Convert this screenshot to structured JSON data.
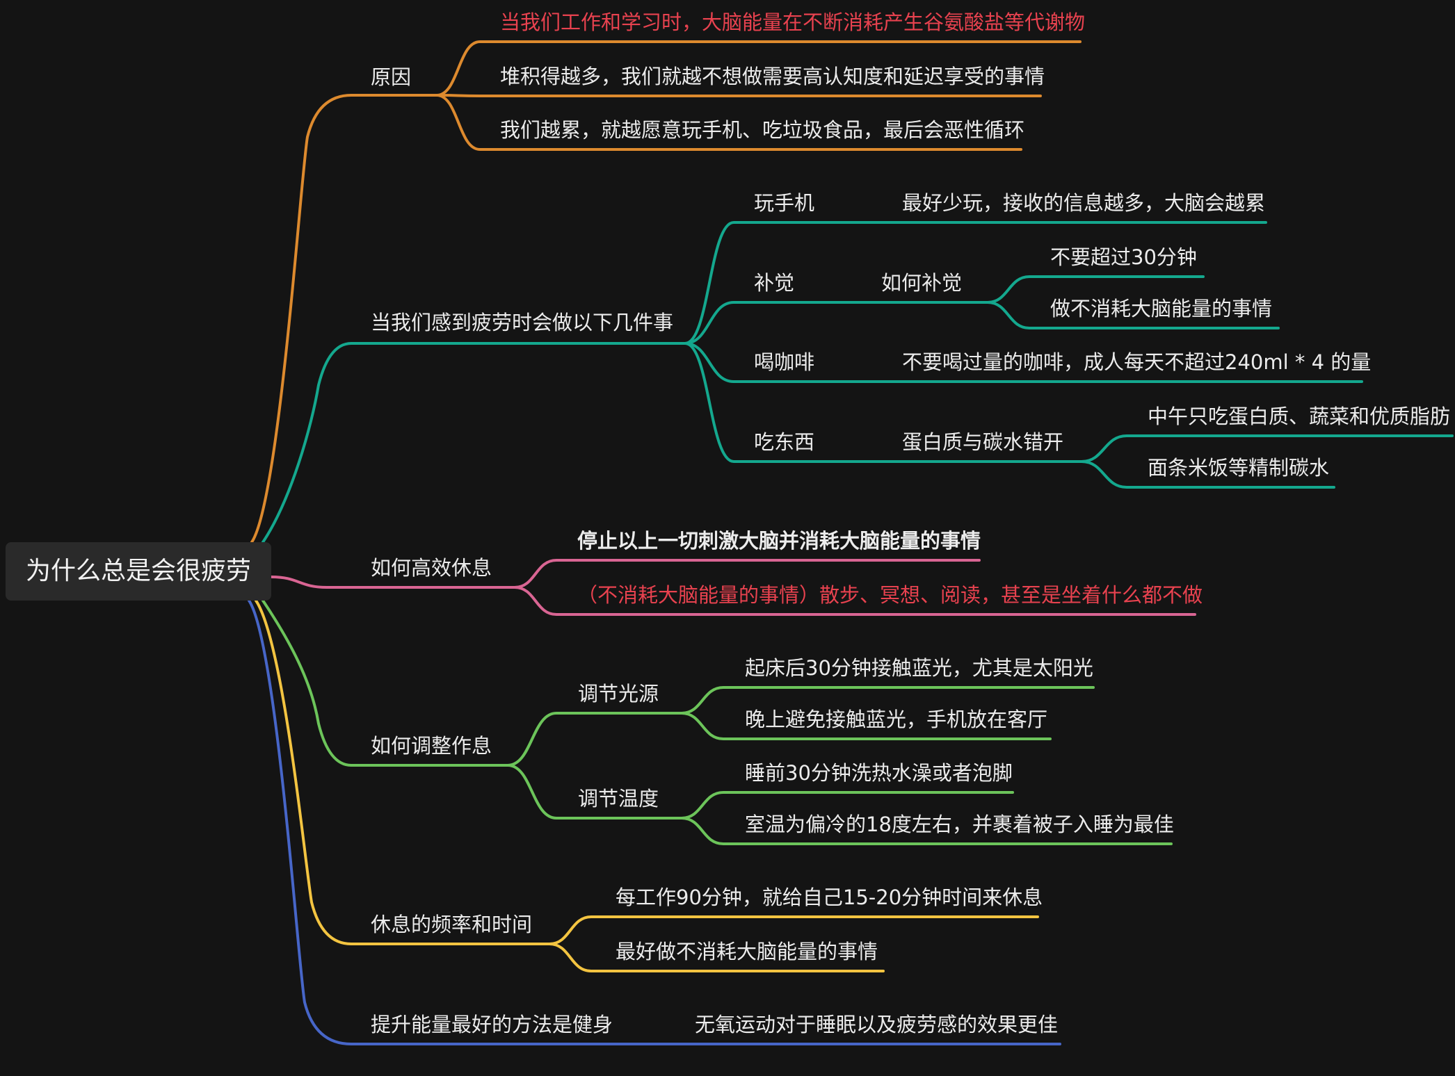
{
  "colors": {
    "background": "#141414",
    "root_box": "#2a2a2a",
    "text": "#ececec",
    "red_text": "#e8424f",
    "orange": "#dd8a2e",
    "teal": "#14a88e",
    "pink": "#d96593",
    "green": "#6cc45a",
    "yellow": "#f3c441",
    "blue": "#4766c8"
  },
  "mindmap": {
    "root": "为什么总是会很疲劳",
    "branches": [
      {
        "label": "原因",
        "children": [
          "当我们工作和学习时，大脑能量在不断消耗产生谷氨酸盐等代谢物",
          "堆积得越多，我们就越不想做需要高认知度和延迟享受的事情",
          "我们越累，就越愿意玩手机、吃垃圾食品，最后会恶性循环"
        ]
      },
      {
        "label": "当我们感到疲劳时会做以下几件事",
        "children": [
          {
            "label": "玩手机",
            "detail": "最好少玩，接收的信息越多，大脑会越累"
          },
          {
            "label": "补觉",
            "detail": "如何补觉",
            "items": [
              "不要超过30分钟",
              "做不消耗大脑能量的事情"
            ]
          },
          {
            "label": "喝咖啡",
            "detail": "不要喝过量的咖啡，成人每天不超过240ml * 4 的量"
          },
          {
            "label": "吃东西",
            "detail": "蛋白质与碳水错开",
            "items": [
              "中午只吃蛋白质、蔬菜和优质脂肪",
              "面条米饭等精制碳水"
            ]
          }
        ]
      },
      {
        "label": "如何高效休息",
        "children": [
          "停止以上一切刺激大脑并消耗大脑能量的事情",
          "（不消耗大脑能量的事情）散步、冥想、阅读，甚至是坐着什么都不做"
        ]
      },
      {
        "label": "如何调整作息",
        "children": [
          {
            "label": "调节光源",
            "items": [
              "起床后30分钟接触蓝光，尤其是太阳光",
              "晚上避免接触蓝光，手机放在客厅"
            ]
          },
          {
            "label": "调节温度",
            "items": [
              "睡前30分钟洗热水澡或者泡脚",
              "室温为偏冷的18度左右，并裹着被子入睡为最佳"
            ]
          }
        ]
      },
      {
        "label": "休息的频率和时间",
        "children": [
          "每工作90分钟，就给自己15-20分钟时间来休息",
          "最好做不消耗大脑能量的事情"
        ]
      },
      {
        "label": "提升能量最好的方法是健身",
        "children": [
          "无氧运动对于睡眠以及疲劳感的效果更佳"
        ]
      }
    ]
  }
}
